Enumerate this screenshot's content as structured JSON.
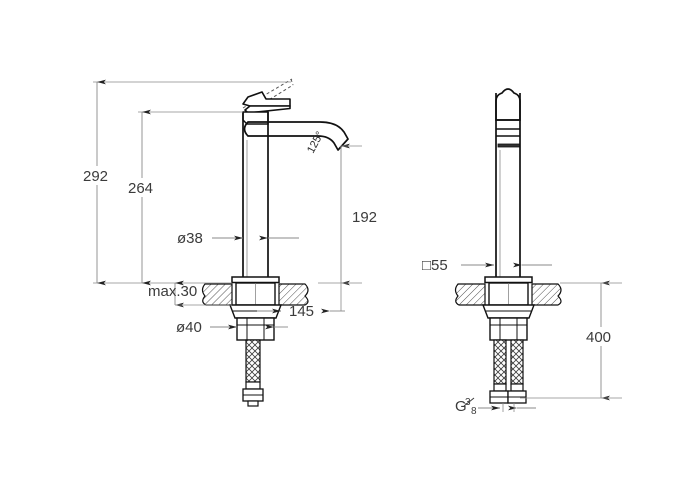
{
  "drawing": {
    "title": "Tall basin mixer technical drawing",
    "background_color": "#ffffff",
    "line_color": "#1a1a1a",
    "dimension_line_color": "#6e6e6e",
    "dimension_text_color": "#3b3b3b",
    "hatch_color": "#4a4a4a",
    "units": "mm"
  },
  "views": {
    "front": {
      "name": "front-elevation",
      "label": ""
    },
    "side": {
      "name": "side-elevation",
      "label": ""
    }
  },
  "dimensions": {
    "overall_height": "292",
    "body_height": "264",
    "spout_height": "192",
    "body_diameter": "ø38",
    "shank_diameter": "ø40",
    "spout_reach": "145",
    "max_thickness": "max.30",
    "handle_square": "□55",
    "hose_length": "400",
    "thread_prefix": "G",
    "thread_numerator": "3",
    "thread_denominator": "8",
    "spout_angle": "125°"
  }
}
